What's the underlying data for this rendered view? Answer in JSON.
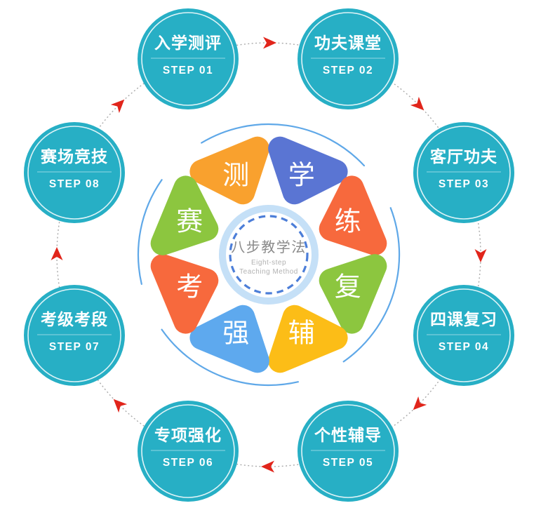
{
  "center": {
    "title": "八步教学法",
    "subtitle_line1": "Eight-step",
    "subtitle_line2": "Teaching Method"
  },
  "steps": [
    {
      "label": "入学测评",
      "step": "STEP 01"
    },
    {
      "label": "功夫课堂",
      "step": "STEP 02"
    },
    {
      "label": "客厅功夫",
      "step": "STEP 03"
    },
    {
      "label": "四课复习",
      "step": "STEP 04"
    },
    {
      "label": "个性辅导",
      "step": "STEP 05"
    },
    {
      "label": "专项强化",
      "step": "STEP 06"
    },
    {
      "label": "考级考段",
      "step": "STEP 07"
    },
    {
      "label": "赛场竞技",
      "step": "STEP 08"
    }
  ],
  "petals": [
    {
      "char": "测",
      "color": "#F9A12E"
    },
    {
      "char": "学",
      "color": "#5A75D3"
    },
    {
      "char": "练",
      "color": "#F7693D"
    },
    {
      "char": "复",
      "color": "#8CC63F"
    },
    {
      "char": "辅",
      "color": "#FCBD17"
    },
    {
      "char": "强",
      "color": "#5EA9EE"
    },
    {
      "char": "考",
      "color": "#F7693D"
    },
    {
      "char": "赛",
      "color": "#8CC63F"
    }
  ],
  "colors": {
    "step_circle": "#27AFC5",
    "arrow": "#E1251B",
    "wheel_arc": "#5FA8E8",
    "center_dash": "#4C7ED8",
    "center_ring": "#C5E0F7",
    "connector": "#9B9B9B"
  }
}
